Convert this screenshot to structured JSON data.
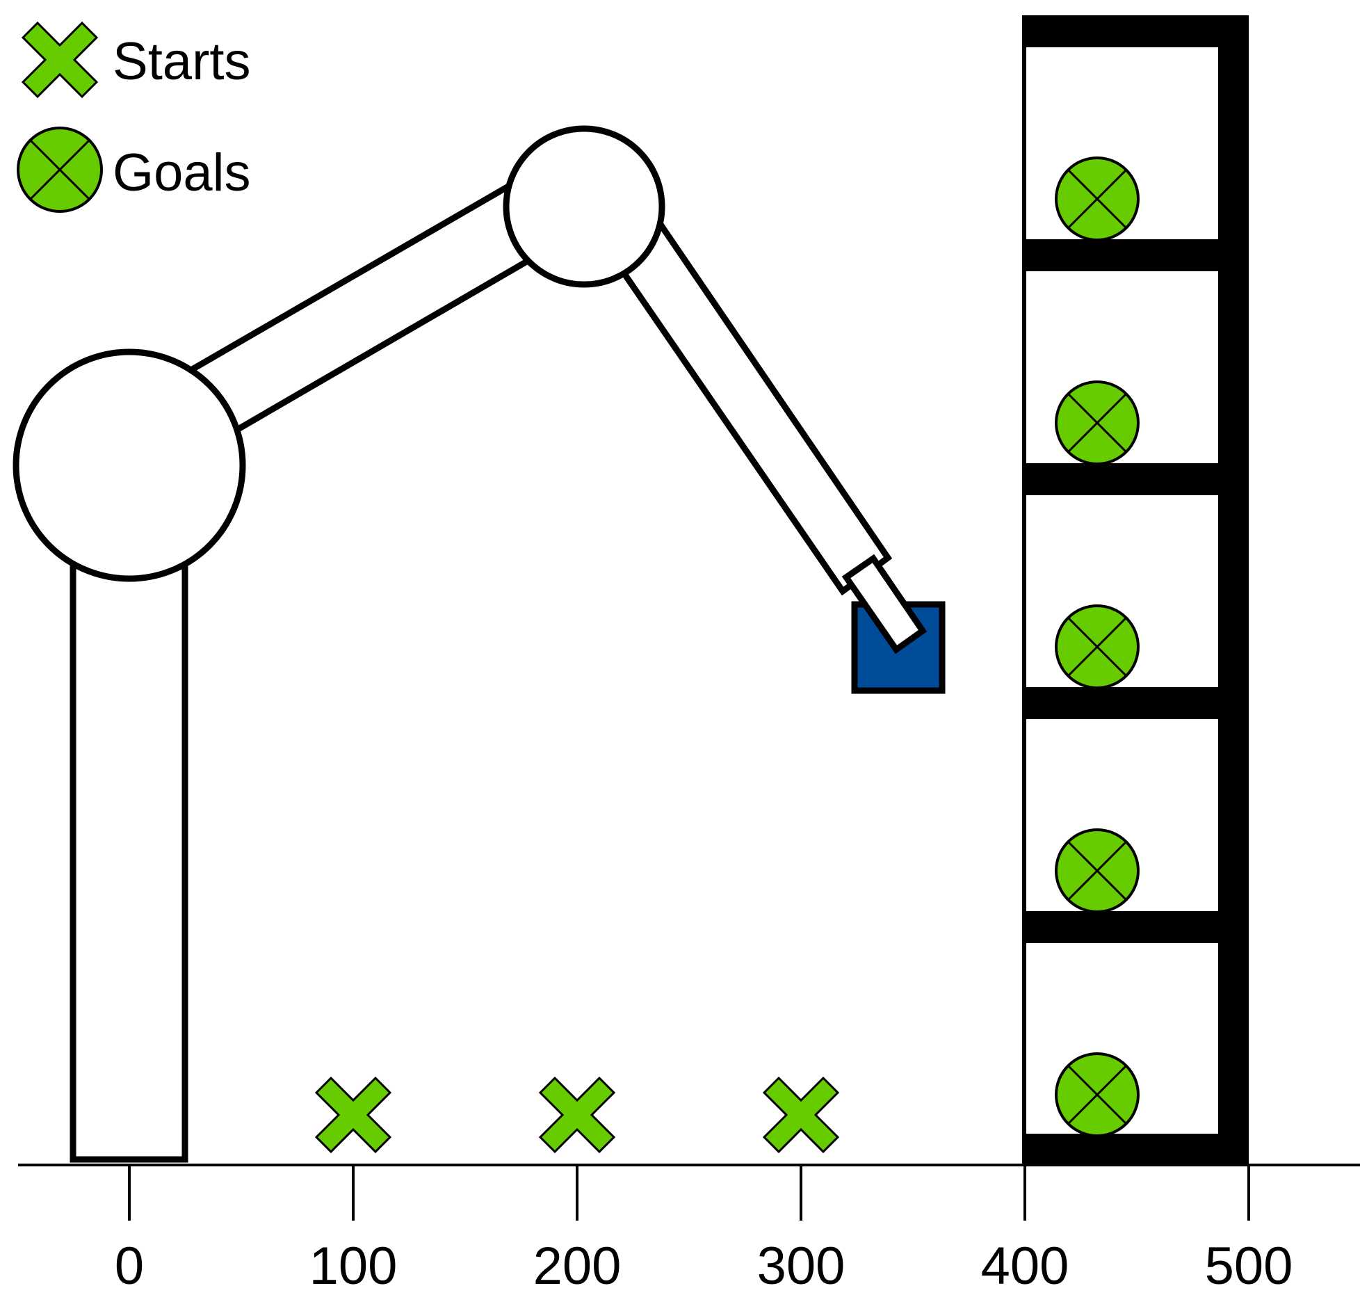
{
  "legend": {
    "starts_label": "Starts",
    "goals_label": "Goals"
  },
  "axis": {
    "ticks": [
      {
        "value": 0,
        "label": "0"
      },
      {
        "value": 100,
        "label": "100"
      },
      {
        "value": 200,
        "label": "200"
      },
      {
        "value": 300,
        "label": "300"
      },
      {
        "value": 400,
        "label": "400"
      },
      {
        "value": 500,
        "label": "500"
      }
    ]
  },
  "starts": [
    100,
    200,
    300
  ],
  "goals_count": 5,
  "colors": {
    "marker_fill": "#66cc00",
    "block_fill": "#004c99",
    "outline": "#000000",
    "background": "#ffffff"
  },
  "icons": {
    "start_marker": "x-cross-icon",
    "goal_marker": "circled-x-icon"
  }
}
